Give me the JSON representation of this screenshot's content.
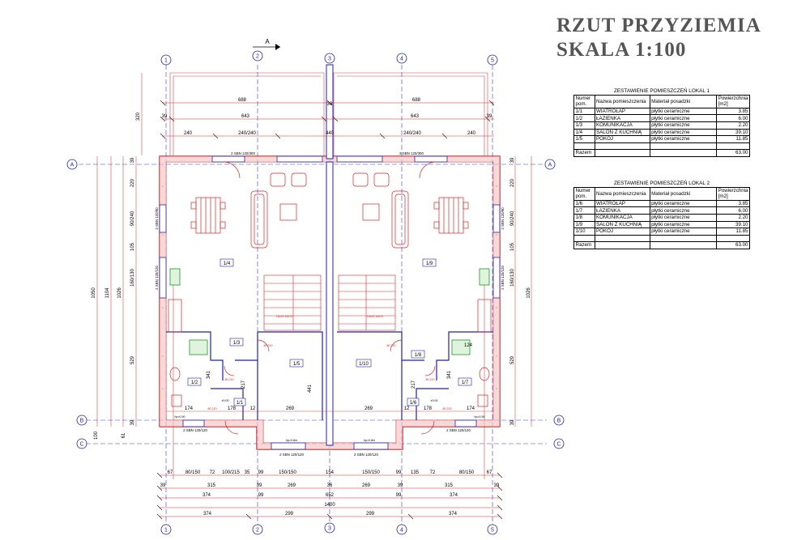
{
  "title": {
    "line1": "RZUT PRZYZIEMIA",
    "line2": "SKALA 1:100"
  },
  "tables": [
    {
      "caption": "ZESTAWIENIE POMIESZCZEŃ LOKAL 1",
      "headers": [
        "Numer pom.",
        "Nazwa pomieszczenia",
        "Materiał posadzki",
        "Powierzchnia [m2]"
      ],
      "rows": [
        [
          "1/1",
          "WIATROŁAP",
          "płytki ceramiczne",
          "3.85"
        ],
        [
          "1/2",
          "ŁAZIENKA",
          "płytki ceramiczne",
          "6.00"
        ],
        [
          "1/3",
          "KOMUNIKACJA",
          "płytki ceramiczne",
          "2.20"
        ],
        [
          "1/4",
          "SALON Z KUCHNIĄ",
          "płytki ceramiczne",
          "39.10"
        ],
        [
          "1/5",
          "POKÓJ",
          "płytki ceramiczne",
          "11.85"
        ]
      ],
      "total_label": "Razem",
      "total_value": "63.00"
    },
    {
      "caption": "ZESTAWIENIE POMIESZCZEŃ LOKAL 2",
      "headers": [
        "Numer pom.",
        "Nazwa pomieszczenia",
        "Materiał posadzki",
        "Powierzchnia [m2]"
      ],
      "rows": [
        [
          "1/6",
          "WIATROŁAP",
          "płytki ceramiczne",
          "3.85"
        ],
        [
          "1/7",
          "ŁAZIENKA",
          "płytki ceramiczne",
          "6.00"
        ],
        [
          "1/8",
          "KOMUNIKACJA",
          "płytki ceramiczne",
          "2.20"
        ],
        [
          "1/9",
          "SALON Z KUCHNIĄ",
          "płytki ceramiczne",
          "39.10"
        ],
        [
          "1/10",
          "POKÓJ",
          "płytki ceramiczne",
          "11.85"
        ]
      ],
      "total_label": "Razem",
      "total_value": "63.00"
    }
  ],
  "plan": {
    "axes_vertical": [
      "1",
      "2",
      "3",
      "4",
      "5"
    ],
    "axes_horizontal": [
      "A",
      "B",
      "C"
    ],
    "section_mark": "A",
    "room_tags": {
      "r1_1": "1/1",
      "r1_2": "1/2",
      "r1_3": "1/3",
      "r1_4": "1/4",
      "r1_5": "1/5",
      "r1_6": "1/6",
      "r1_7": "1/7",
      "r1_8": "1/8",
      "r1_9": "1/9",
      "r1_10": "1/10"
    },
    "window_labels": {
      "w_top_left": "2 SBN 120/300",
      "w_top_right": "2 SBN 120/300",
      "w_bottom_left": "2 SBN 120/120",
      "w_bottom_right": "2 SBN 120/120",
      "w_bottom_mid_left": "2 SBN 120/120",
      "w_bottom_mid_right": "2 SBN 120/120",
      "w_side_left_1": "2 SBN 120/90",
      "w_side_left_2": "2 SBN 120/120",
      "w_side_right_1": "2 SBN 120/90",
      "w_side_right_2": "2 SBN 120/120"
    },
    "dims_top": {
      "d_320": "320",
      "d_688_l": "688",
      "d_688_r": "688",
      "d_39_l": "39",
      "d_643_l": "643",
      "d_36": "36",
      "d_643_r": "643",
      "d_39_r": "39",
      "d_240_l": "240",
      "d_240240_l": "240/240",
      "d_440": "440",
      "d_240240_r": "240/240",
      "d_240_r": "240"
    },
    "dims_left": {
      "d_1050": "1050",
      "d_1104": "1104",
      "d_1026": "1026",
      "d_220": "220",
      "d_90240": "90/240",
      "d_105": "105",
      "d_160130": "160/130",
      "d_529": "529",
      "d_39a": "39",
      "d_39b": "39",
      "d_100": "100",
      "d_61": "61"
    },
    "dims_right": {
      "d_220": "220",
      "d_90240": "90/240",
      "d_105": "105",
      "d_160130": "160/130",
      "d_1026": "1026",
      "d_529": "529",
      "d_39a": "39",
      "d_39b": "39"
    },
    "dims_inner": {
      "d_174_l": "174",
      "d_178_l": "178",
      "d_12_l": "12",
      "d_269_l": "269",
      "d_269_r": "269",
      "d_12_r": "12",
      "d_178_r": "178",
      "d_174_r": "174",
      "d_124_r": "124",
      "d_441": "441",
      "d_341_l": "341",
      "d_217_l": "217",
      "d_217_r": "217",
      "d_341_r": "341"
    },
    "dims_bottom": {
      "r1": [
        "67",
        "80/150",
        "72",
        "100/215",
        "35",
        "99",
        "150/150",
        "154",
        "150/150",
        "99",
        "135",
        "72",
        "80/150",
        "67"
      ],
      "r2": [
        "39",
        "315",
        "39",
        "269",
        "36",
        "269",
        "39",
        "315",
        "39"
      ],
      "r3": [
        "374",
        "99",
        "652",
        "99",
        "374"
      ],
      "r4": [
        "1400"
      ],
      "r5": [
        "374",
        "299",
        "299",
        "374"
      ]
    },
    "stair_label_l": "16x20 18x75",
    "stair_label_r": "16x20 18x75",
    "door_l_1": "80 210",
    "door_l_2": "80 210",
    "door_l_3": "80 210",
    "door_r_1": "80 210",
    "door_r_2": "80 210",
    "door_r_3": "80 210",
    "level_l": "±0.00",
    "level_r": "±0.00",
    "sill_l": "hp=0.90",
    "sill_r": "hp=0.90",
    "sill_ml": "hp=0.8m",
    "sill_mr": "hp=0.8m"
  }
}
